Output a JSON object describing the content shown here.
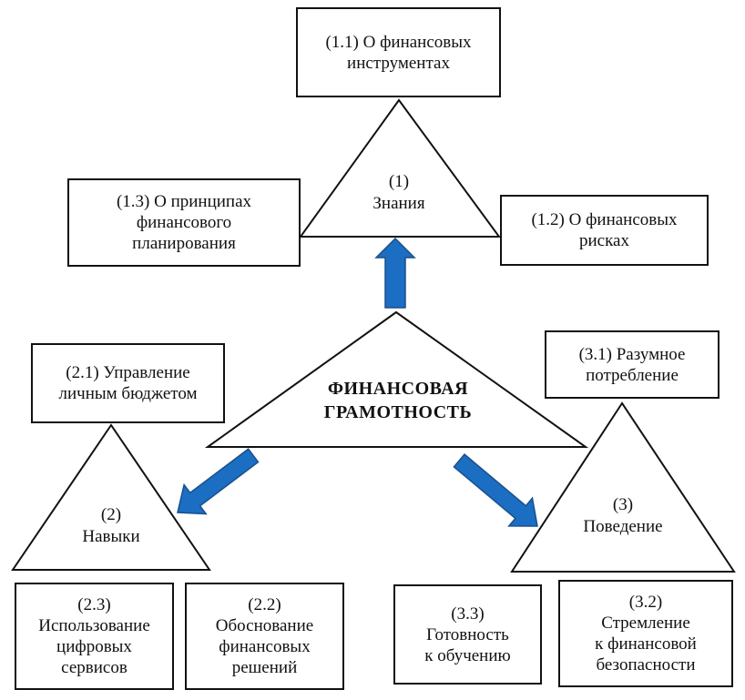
{
  "diagram": {
    "colors": {
      "arrow_fill": "#1b6ec2",
      "arrow_stroke": "#1a4f8c",
      "line": "#111111"
    },
    "center": {
      "id": "main",
      "lines": [
        "ФИНАНСОВАЯ",
        "ГРАМОТНОСТЬ"
      ]
    },
    "components": [
      {
        "id": "1",
        "number": "(1)",
        "name": "Знания",
        "sub": [
          {
            "id": "1.1",
            "lines": [
              "(1.1) О финансовых",
              "инструментах"
            ]
          },
          {
            "id": "1.2",
            "lines": [
              "(1.2) О финансовых",
              "рисках"
            ]
          },
          {
            "id": "1.3",
            "lines": [
              "(1.3) О принципах",
              "финансового",
              "планирования"
            ]
          }
        ]
      },
      {
        "id": "2",
        "number": "(2)",
        "name": "Навыки",
        "sub": [
          {
            "id": "2.1",
            "lines": [
              "(2.1) Управление",
              "личным бюджетом"
            ]
          },
          {
            "id": "2.2",
            "lines": [
              "(2.2)",
              "Обоснование",
              "финансовых",
              "решений"
            ]
          },
          {
            "id": "2.3",
            "lines": [
              "(2.3)",
              "Использование",
              "цифровых",
              "сервисов"
            ]
          }
        ]
      },
      {
        "id": "3",
        "number": "(3)",
        "name": "Поведение",
        "sub": [
          {
            "id": "3.1",
            "lines": [
              "(3.1) Разумное",
              "потребление"
            ]
          },
          {
            "id": "3.2",
            "lines": [
              "(3.2)",
              "Стремление",
              "к финансовой",
              "безопасности"
            ]
          },
          {
            "id": "3.3",
            "lines": [
              "(3.3)",
              "Готовность",
              "к обучению"
            ]
          }
        ]
      }
    ],
    "arrows": [
      {
        "from": "main",
        "to": "1",
        "direction": "up"
      },
      {
        "from": "main",
        "to": "2",
        "direction": "down-left"
      },
      {
        "from": "main",
        "to": "3",
        "direction": "down-right"
      }
    ]
  }
}
